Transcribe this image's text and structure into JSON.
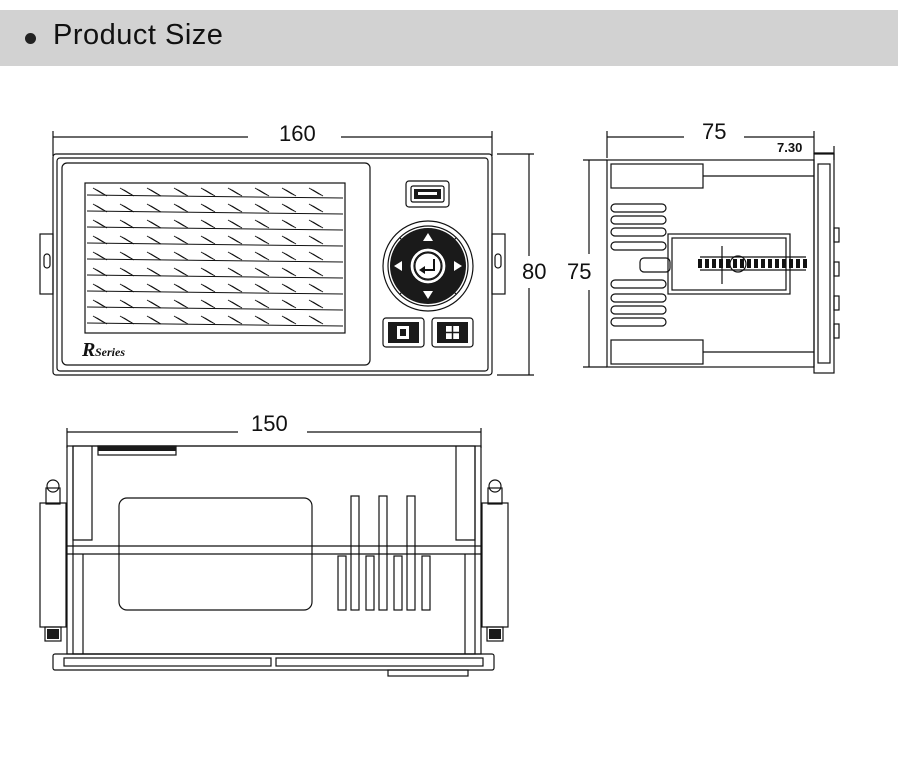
{
  "header": {
    "title": "Product Size"
  },
  "dimensions": {
    "front_width": "160",
    "front_height": "80",
    "side_depth": "75",
    "side_height": "75",
    "bezel_depth": "7.30",
    "bottom_width": "150"
  },
  "device": {
    "logo_mark": "R",
    "logo_text": "Series"
  },
  "icons": {
    "usb": "usb-port-icon",
    "enter": "enter-icon",
    "up": "arrow-up-icon",
    "down": "arrow-down-icon",
    "left": "arrow-left-icon",
    "right": "arrow-right-icon"
  }
}
